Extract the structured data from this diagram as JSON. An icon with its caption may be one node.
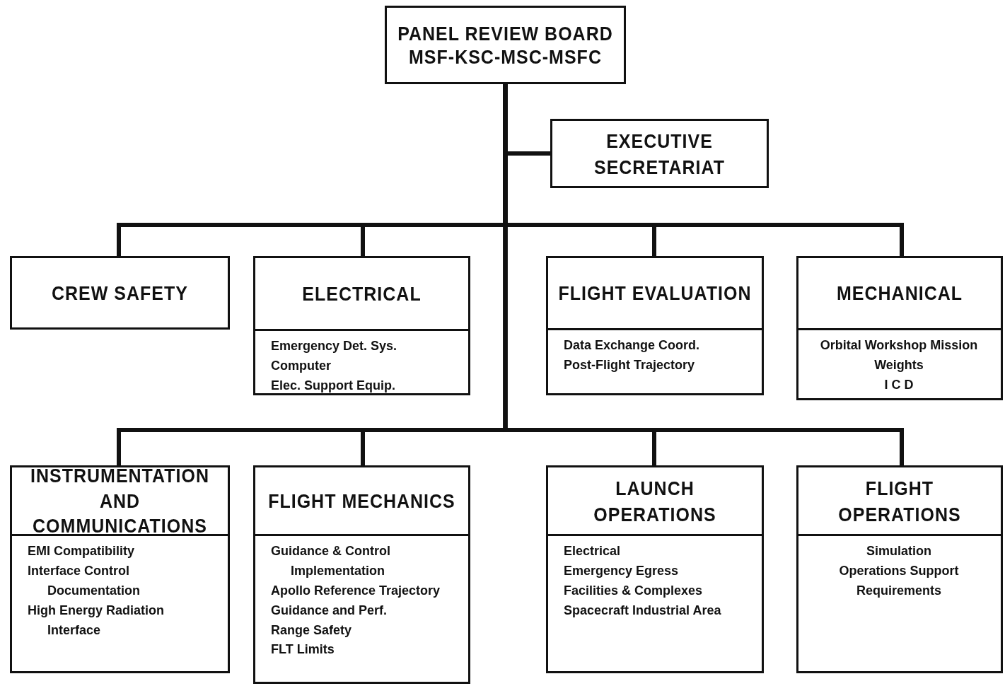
{
  "diagram": {
    "nodes": [
      {
        "text": [
          "PANEL REVIEW BOARD",
          "MSF-KSC-MSC-MSFC"
        ]
      },
      {
        "text": [
          "EXECUTIVE SECRETARIAT"
        ]
      },
      {
        "text": [
          "CREW SAFETY"
        ]
      },
      {
        "text": [
          "ELECTRICAL",
          "Emergency Det. Sys.",
          "Computer",
          "Elec. Support Equip."
        ]
      },
      {
        "text": [
          "FLIGHT EVALUATION",
          "Data Exchange Coord.",
          "Post-Flight Trajectory"
        ]
      },
      {
        "text": [
          "MECHANICAL",
          "Orbital Workshop Mission",
          "Weights",
          "I C D"
        ]
      },
      {
        "text": [
          "INSTRUMENTATION AND COMMUNICATIONS",
          "EMI Compatibility",
          "Interface Control Documentation",
          "High Energy Radiation Interface"
        ]
      },
      {
        "text": [
          "FLIGHT MECHANICS",
          "Guidance & Control Implementation",
          "Apollo Reference Trajectory",
          "Guidance and Perf.",
          "Range Safety",
          "FLT Limits"
        ]
      },
      {
        "text": [
          "LAUNCH OPERATIONS",
          "Electrical",
          "Emergency Egress",
          "Facilities & Complexes",
          "Spacecraft Industrial Area"
        ]
      },
      {
        "text": [
          "FLIGHT OPERATIONS",
          "Simulation",
          "Operations Support Requirements"
        ]
      }
    ],
    "edges": [
      {
        "from": 0,
        "to": 1,
        "arrow": "none"
      },
      {
        "from": 0,
        "to": 2,
        "arrow": "none"
      },
      {
        "from": 0,
        "to": 3,
        "arrow": "none"
      },
      {
        "from": 0,
        "to": 4,
        "arrow": "none"
      },
      {
        "from": 0,
        "to": 5,
        "arrow": "none"
      },
      {
        "from": 0,
        "to": 6,
        "arrow": "none"
      },
      {
        "from": 0,
        "to": 7,
        "arrow": "none"
      },
      {
        "from": 0,
        "to": 8,
        "arrow": "none"
      },
      {
        "from": 0,
        "to": 9,
        "arrow": "none"
      }
    ]
  }
}
